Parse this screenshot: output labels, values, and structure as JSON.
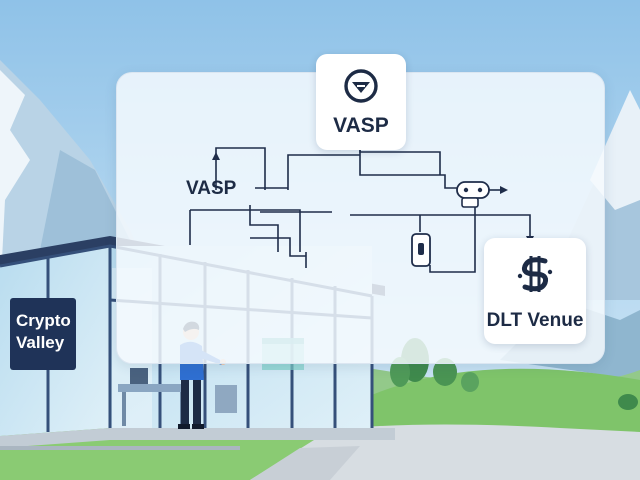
{
  "flow_diagram": {
    "top_card": {
      "label": "VASP",
      "icon": "vasp-shield-icon"
    },
    "left_node": {
      "label": "VASP"
    },
    "right_card": {
      "label": "DLT Venue",
      "icon": "dlt-s-logo-icon"
    },
    "connectors": [
      "valve-connector-icon",
      "switch-connector-icon",
      "lock-connector-icon"
    ]
  },
  "building": {
    "sign_text": "Crypto\nValley"
  },
  "colors": {
    "sky": "#a9d2ee",
    "line": "#1f2d4a",
    "grass": "#7fc46a",
    "sign": "#1f3358"
  }
}
